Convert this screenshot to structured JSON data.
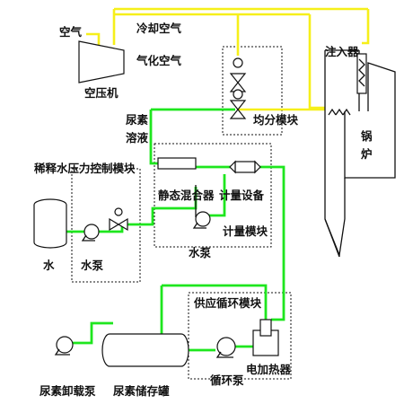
{
  "labels": {
    "air": "空气",
    "cooling_air": "冷却空气",
    "atomizing_air": "气化空气",
    "compressor": "空压机",
    "injector": "注入器",
    "urea_solution_line1": "尿素",
    "urea_solution_line2": "溶液",
    "distribution_module": "均分模块",
    "boiler_line1": "锅",
    "boiler_line2": "炉",
    "dilution_water_module": "稀释水压力控制模块",
    "static_mixer": "静态混合器",
    "metering_equipment": "计量设备",
    "metering_module": "计量模块",
    "water": "水",
    "water_pump": "水泵",
    "water_pump2": "水泵",
    "supply_circulation_module": "供应循环模块",
    "urea_unloading_pump": "尿素卸载泵",
    "urea_storage_tank": "尿素储存罐",
    "circulation_pump": "循环泵",
    "electric_heater": "电加热器"
  },
  "colors": {
    "air_line": "#f6ef1a",
    "liquid_line": "#1ee61e",
    "outline": "#111111"
  }
}
